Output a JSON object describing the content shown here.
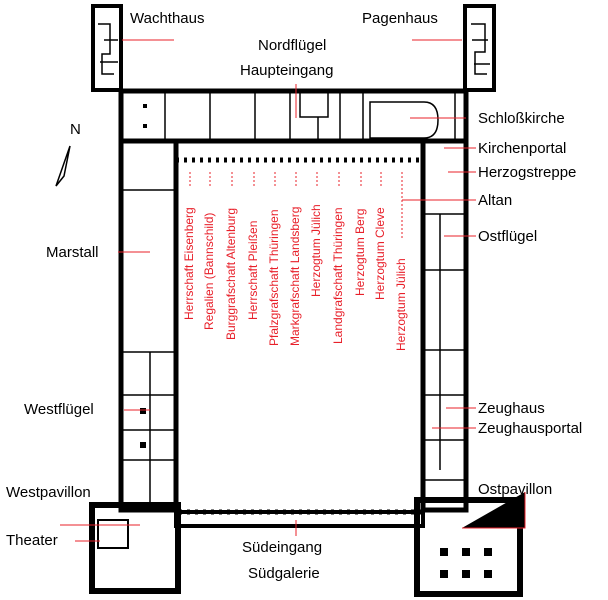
{
  "labels": {
    "wachthaus": "Wachthaus",
    "pagenhaus": "Pagenhaus",
    "nordfluegel": "Nordflügel",
    "haupteingang": "Haupteingang",
    "schlosskirche": "Schloßkirche",
    "kirchenportal": "Kirchenportal",
    "herzogstreppe": "Herzogstreppe",
    "altan": "Altan",
    "ostfluegel": "Ostflügel",
    "marstall": "Marstall",
    "westfluegel": "Westflügel",
    "zeughaus": "Zeughaus",
    "zeughausportal": "Zeughausportal",
    "westpavillon": "Westpavillon",
    "ostpavillon": "Ostpavillon",
    "theater": "Theater",
    "suedeingang": "Südeingang",
    "suedgalerie": "Südgalerie",
    "north": "N"
  },
  "coats_of_arms": [
    "Herrschaft Eisenberg",
    "Regalien (Bannschild)",
    "Burggrafschaft Altenburg",
    "Herrschaft Pleißen",
    "Pfalzgrafschaft Thüringen",
    "Markgrafschaft Landsberg",
    "Herzogtum Jülich",
    "Landgrafschaft Thüringen",
    "Herzogtum Berg",
    "Herzogtum Cleve",
    "Herzogtum Jülich"
  ],
  "colors": {
    "walls": "#000000",
    "labels": "#000000",
    "coat_of_arms_text": "#e8202a",
    "leader_lines": "#e8202a"
  }
}
